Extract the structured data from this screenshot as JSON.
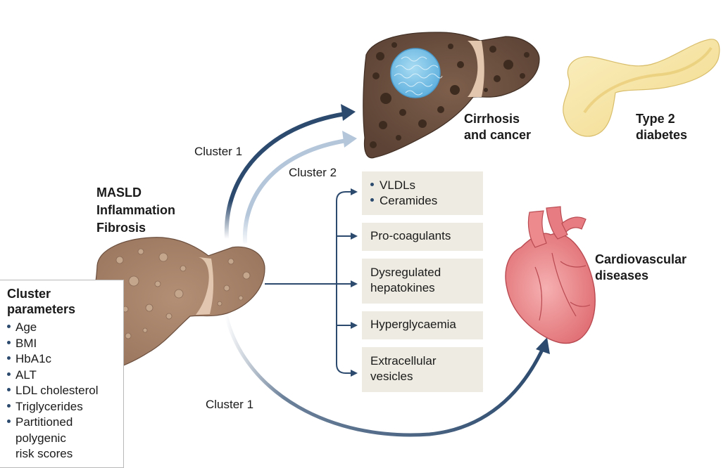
{
  "masld_label": [
    "MASLD",
    "Inflammation",
    "Fibrosis"
  ],
  "cluster_parameters": {
    "title_line1": "Cluster",
    "title_line2": "parameters",
    "items": [
      "Age",
      "BMI",
      "HbA1c",
      "ALT",
      "LDL cholesterol",
      "Triglycerides",
      "Partitioned\npolygenic\nrisk scores"
    ]
  },
  "arrows": {
    "cluster1_upper": "Cluster 1",
    "cluster2": "Cluster 2",
    "cluster1_lower": "Cluster 1"
  },
  "outcomes": {
    "cirrhosis_line1": "Cirrhosis",
    "cirrhosis_line2": "and cancer",
    "diabetes_line1": "Type 2",
    "diabetes_line2": "diabetes",
    "cardio_line1": "Cardiovascular",
    "cardio_line2": "diseases"
  },
  "mediators": {
    "box1": [
      "VLDLs",
      "Ceramides"
    ],
    "box2": "Pro-coagulants",
    "box3": [
      "Dysregulated",
      "hepatokines"
    ],
    "box4": "Hyperglycaemia",
    "box5": [
      "Extracellular",
      "vesicles"
    ]
  },
  "colors": {
    "arrow_dark": "#2c4a6e",
    "arrow_light": "#b4c6da",
    "liver_brown": "#a7836a",
    "liver_dark": "#6b4e3d",
    "box_fill": "#eeece2",
    "tumour_blue": "#8cc9ea",
    "pancreas_yellow": "#f7e6a6",
    "heart_red": "#ec8a8d"
  }
}
